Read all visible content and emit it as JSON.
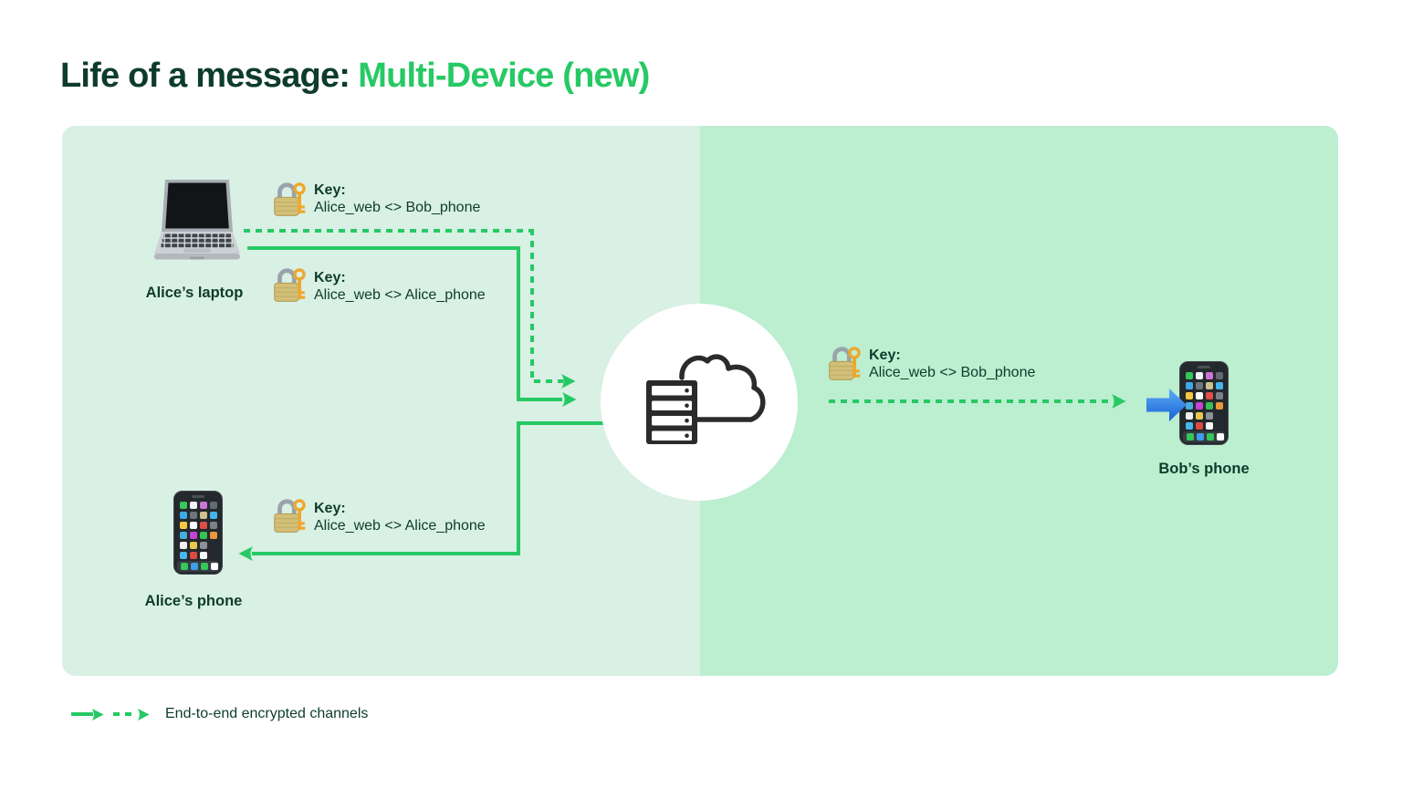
{
  "title": {
    "part1": "Life of a message:",
    "part2": "Multi-Device (new)"
  },
  "devices": {
    "alice_laptop": "Alice’s laptop",
    "alice_phone": "Alice’s phone",
    "bob_phone": "Bob’s phone"
  },
  "keys": [
    {
      "label": "Key:",
      "value": "Alice_web <> Bob_phone"
    },
    {
      "label": "Key:",
      "value": "Alice_web <> Alice_phone"
    },
    {
      "label": "Key:",
      "value": "Alice_web <> Alice_phone"
    },
    {
      "label": "Key:",
      "value": "Alice_web <> Bob_phone"
    }
  ],
  "legend": {
    "label": "End-to-end encrypted channels"
  },
  "icons": {
    "server": "server-cloud-icon",
    "lock": "lock-with-key-icon",
    "laptop": "laptop-icon",
    "phone": "smartphone-icon",
    "arrowhead": "arrowhead-icon",
    "delivery": "blue-right-arrow-icon"
  },
  "colors": {
    "accent_green": "#26C964",
    "text_dark": "#0E3C2B",
    "panel_left": "#D9F0E4",
    "panel_right": "#BCEED0",
    "server_icon": "#2B2B2B",
    "arrow_blue": "#2E7CE0",
    "lock_body": "#D3C078",
    "key_gold": "#EDA82F"
  }
}
